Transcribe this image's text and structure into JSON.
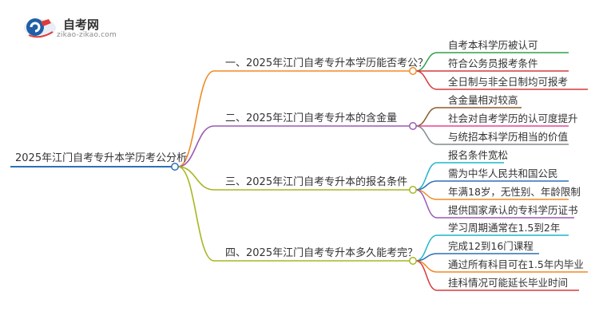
{
  "logo": {
    "title": "自考网",
    "url": "zikao-zikao.com"
  },
  "mindmap": {
    "root": {
      "label": "2025年江门自考专升本学历考公分析",
      "color": "#2e6fb7"
    },
    "branches": [
      {
        "label": "一、2025年江门自考专升本学历能否考公？",
        "color": "#f08a24",
        "children": [
          {
            "label": "自考本科学历被认可",
            "color": "#2ea04a"
          },
          {
            "label": "符合公务员报考条件",
            "color": "#d73a3a"
          },
          {
            "label": "全日制与非全日制均可报考",
            "color": "#d73a3a"
          }
        ]
      },
      {
        "label": "二、2025年江门自考专升本的含金量",
        "color": "#9b59b6",
        "children": [
          {
            "label": "含金量相对较高",
            "color": "#8b5a2b"
          },
          {
            "label": "社会对自考学历的认可度提升",
            "color": "#e84393"
          },
          {
            "label": "与统招本科学历相当的价值",
            "color": "#7f8c8d"
          }
        ]
      },
      {
        "label": "三、2025年江门自考专升本的报名条件",
        "color": "#a8b520",
        "children": [
          {
            "label": "报名条件宽松",
            "color": "#1fb5c9"
          },
          {
            "label": "需为中华人民共和国公民",
            "color": "#2e6fb7"
          },
          {
            "label": "年满18岁，无性别、年龄限制",
            "color": "#f08a24"
          },
          {
            "label": "提供国家承认的专科学历证书",
            "color": "#9b59b6"
          }
        ]
      },
      {
        "label": "四、2025年江门自考专升本多久能考完？",
        "color": "#a8b520",
        "children": [
          {
            "label": "学习周期通常在1.5到2年",
            "color": "#1fb5c9"
          },
          {
            "label": "完成12到16门课程",
            "color": "#2e6fb7"
          },
          {
            "label": "通过所有科目可在1.5年内毕业",
            "color": "#f08a24"
          },
          {
            "label": "挂科情况可能延长毕业时间",
            "color": "#d73a3a"
          }
        ]
      }
    ]
  }
}
